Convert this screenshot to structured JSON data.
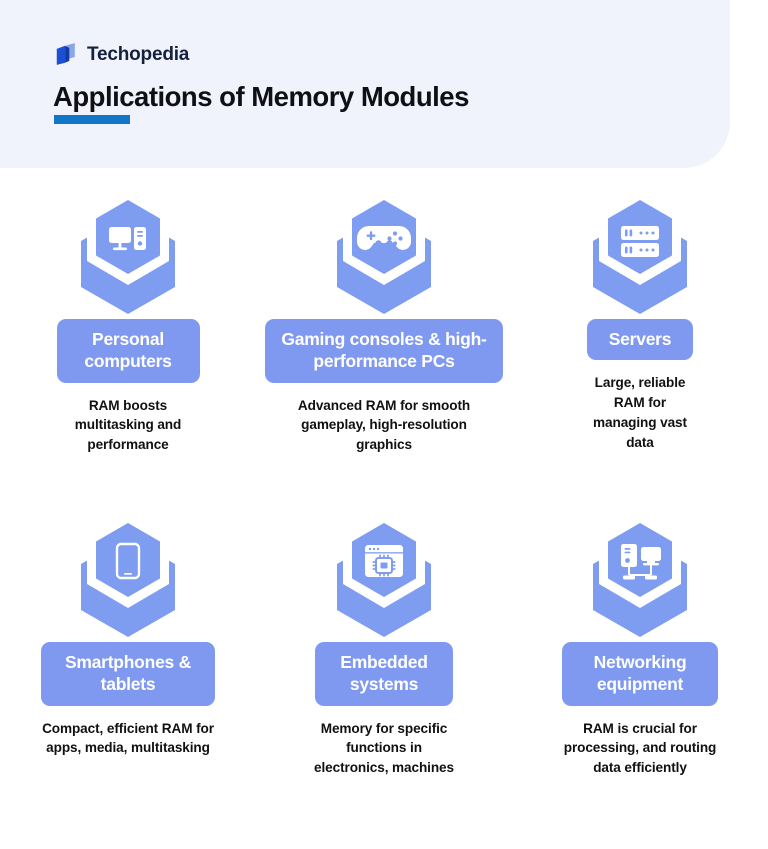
{
  "header": {
    "brand_name": "Techopedia",
    "logo_icon": "techopedia-logo-icon",
    "title": "Applications of Memory Modules",
    "accent_color": "#1176c8",
    "background_color": "#f0f3fc"
  },
  "theme": {
    "badge_color": "#8099f0",
    "hex_color": "#7e9cf0",
    "hex_back_color": "#7e9cf0",
    "hex_ring_color": "#ffffff",
    "text_color": "#111114"
  },
  "cards": [
    {
      "icon": "desktop-computer-icon",
      "title": "Personal computers",
      "description": "RAM boosts multitasking and performance"
    },
    {
      "icon": "game-controller-icon",
      "title": "Gaming consoles & high-performance PCs",
      "description": "Advanced RAM for smooth gameplay, high-resolution graphics"
    },
    {
      "icon": "server-rack-icon",
      "title": "Servers",
      "description": "Large, reliable RAM for managing vast data"
    },
    {
      "icon": "smartphone-icon",
      "title": "Smartphones & tablets",
      "description": "Compact, efficient RAM for apps, media, multitasking"
    },
    {
      "icon": "microchip-window-icon",
      "title": "Embedded systems",
      "description": "Memory for specific functions in electronics, machines"
    },
    {
      "icon": "network-topology-icon",
      "title": "Networking equipment",
      "description": "RAM is crucial for processing, and routing data efficiently"
    }
  ]
}
